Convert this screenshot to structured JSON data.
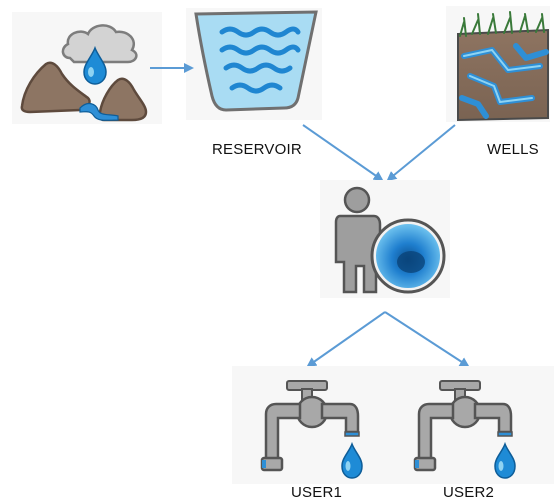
{
  "nodes": {
    "rain_source": {
      "icon": "rain-mountains-icon"
    },
    "reservoir": {
      "label": "RESERVOIR",
      "icon": "reservoir-icon"
    },
    "wells": {
      "label": "WELLS",
      "icon": "groundwater-wells-icon"
    },
    "distributor": {
      "icon": "person-with-tank-icon"
    },
    "user1": {
      "label": "USER1",
      "icon": "water-tap-icon"
    },
    "user2": {
      "label": "USER2",
      "icon": "water-tap-icon"
    }
  },
  "colors": {
    "arrow": "#5b9bd5",
    "water": "#2e8fd6",
    "water_light": "#8fd3f2",
    "rock": "#8d7563",
    "metal": "#a8a8a8",
    "cloud": "#d5d5d5"
  }
}
